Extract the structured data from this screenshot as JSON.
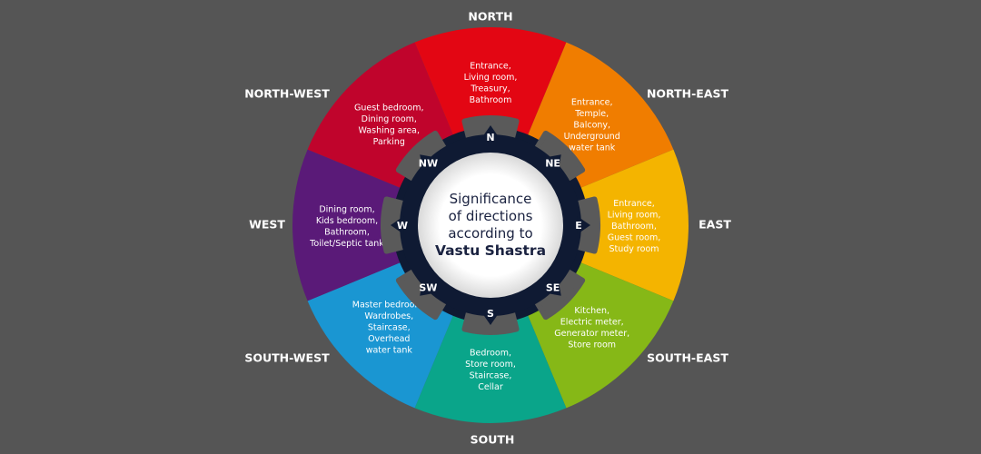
{
  "title_line1": "Significance",
  "title_line2": "of directions",
  "title_line3": "according to",
  "title_bold": "Vastu Shastra",
  "directions": [
    {
      "name": "NORTH",
      "abbr": "N",
      "color": "#e30613",
      "items": [
        "Entrance,",
        "Living room,",
        "Treasury,",
        "Bathroom"
      ]
    },
    {
      "name": "NORTH-EAST",
      "abbr": "NE",
      "color": "#f07d00",
      "items": [
        "Entrance,",
        "Temple,",
        "Balcony,",
        "Underground",
        "water tank"
      ]
    },
    {
      "name": "EAST",
      "abbr": "E",
      "color": "#f4b400",
      "items": [
        "Entrance,",
        "Living room,",
        "Bathroom,",
        "Guest room,",
        "Study room"
      ]
    },
    {
      "name": "SOUTH-EAST",
      "abbr": "SE",
      "color": "#86b817",
      "items": [
        "Kitchen,",
        "Electric meter,",
        "Generator meter,",
        "Store room"
      ]
    },
    {
      "name": "SOUTH",
      "abbr": "S",
      "color": "#0aa58a",
      "items": [
        "Bedroom,",
        "Store room,",
        "Staircase,",
        "Cellar"
      ]
    },
    {
      "name": "SOUTH-WEST",
      "abbr": "SW",
      "color": "#1a96d2",
      "items": [
        "Master bedroom,",
        "Wardrobes,",
        "Staircase,",
        "Overhead",
        "water tank"
      ]
    },
    {
      "name": "WEST",
      "abbr": "W",
      "color": "#5a1a78",
      "items": [
        "Dining room,",
        "Kids bedroom,",
        "Bathroom,",
        "Toilet/Septic tank"
      ]
    },
    {
      "name": "NORTH-WEST",
      "abbr": "NW",
      "color": "#c0042c",
      "items": [
        "Guest bedroom,",
        "Dining room,",
        "Washing area,",
        "Parking"
      ]
    }
  ],
  "colors": {
    "background": "#555555",
    "ring": "#0f1a33",
    "tab": "#5a5a5a",
    "center": "#f2f2f2"
  }
}
